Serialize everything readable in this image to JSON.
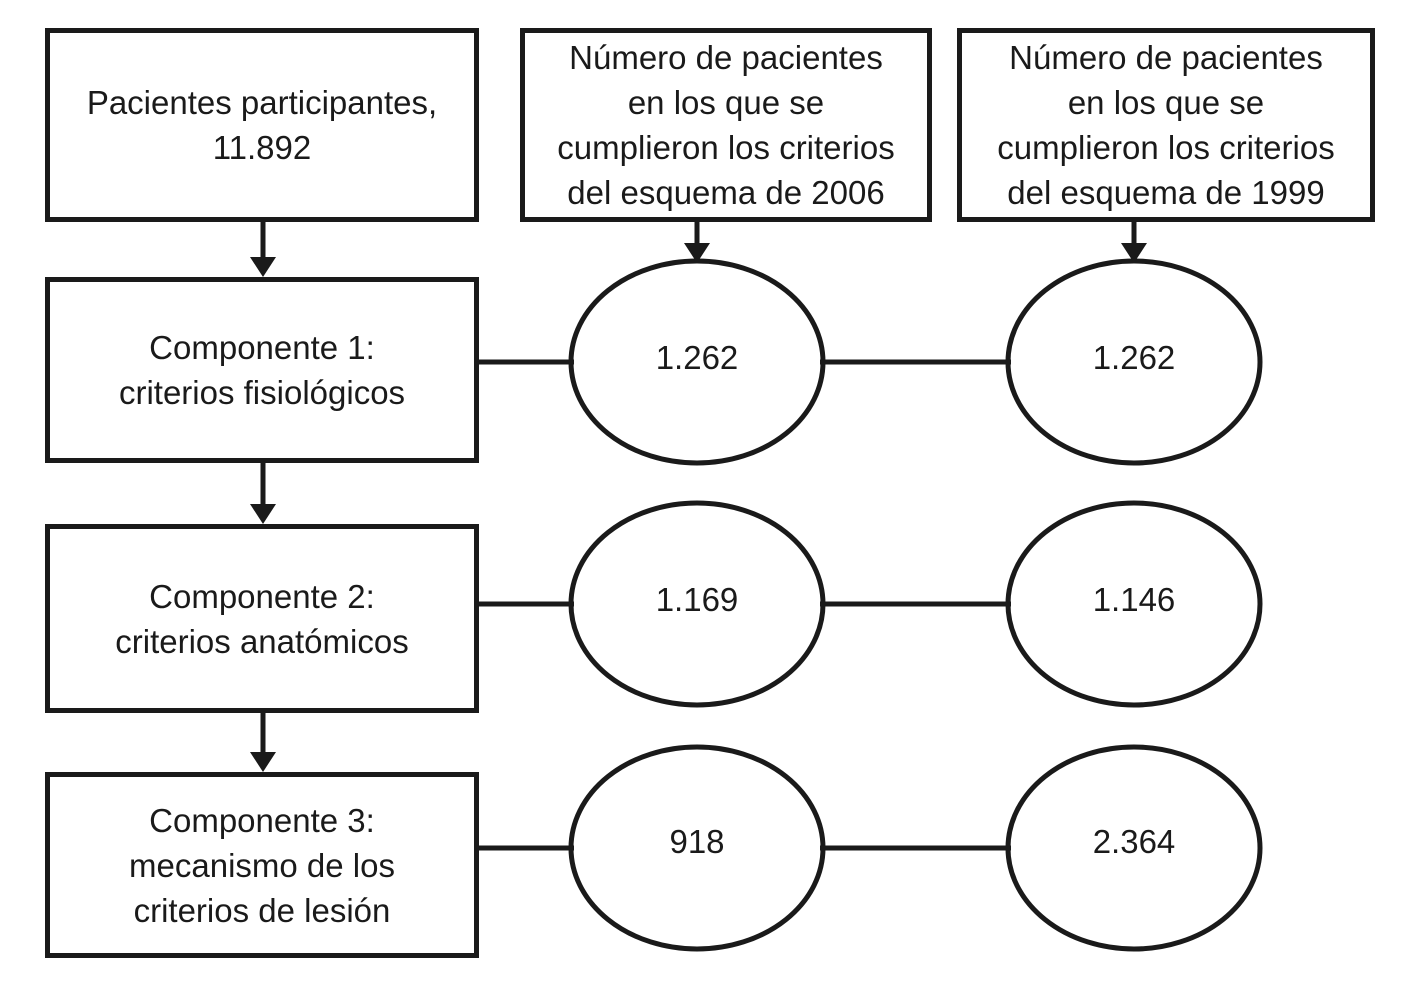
{
  "flowchart": {
    "left_column": {
      "participants": "Pacientes participantes,\n11.892",
      "component1": "Componente 1:\ncriterios fisiológicos",
      "component2": "Componente 2:\ncriterios anatómicos",
      "component3": "Componente 3:\nmecanismo de los\ncriterios de lesión"
    },
    "headers": {
      "scheme2006": "Número de pacientes\nen los que se\ncumplieron los criterios\ndel esquema de 2006",
      "scheme1999": "Número de pacientes\nen los que se\ncumplieron los criterios\ndel esquema de 1999"
    },
    "values_2006": [
      "1.262",
      "1.169",
      "918"
    ],
    "values_1999": [
      "1.262",
      "1.146",
      "2.364"
    ],
    "colors": {
      "ink": "#1a1a1a",
      "background": "#ffffff"
    }
  }
}
